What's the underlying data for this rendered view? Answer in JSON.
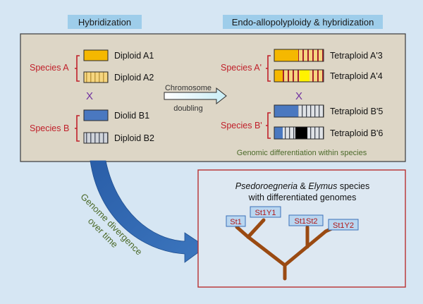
{
  "headers": {
    "left": "Hybridization",
    "right": "Endo-allopolyploidy & hybridization"
  },
  "species": {
    "a": "Species A",
    "b": "Species B",
    "a_prime": "Species A'",
    "b_prime": "Species B'"
  },
  "genomes": {
    "diploid_a1": "Diploid A1",
    "diploid_a2": "Diploid A2",
    "diolid_b1": "Diolid B1",
    "diploid_b2": "Diploid B2",
    "tetraploid_a3": "Tetraploid A'3",
    "tetraploid_a4": "Tetraploid A'4",
    "tetraploid_b5": "Tetraploid B'5",
    "tetraploid_b6": "Tetraploid B'6"
  },
  "cross_symbol": "X",
  "arrow_label": {
    "line1": "Chromosome",
    "line2": "doubling"
  },
  "footer_note": "Genomic differentiation within species",
  "divergence_label": {
    "line1": "Genome divergence",
    "line2": "over time"
  },
  "tree_box": {
    "title_line1_italic_a": "Psedoroegneria",
    "title_line1_mid": " & ",
    "title_line1_italic_b": "Elymus",
    "title_line1_tail": " species",
    "title_line2": "with differentiated genomes",
    "tips": [
      "St1",
      "St1Y1",
      "St1St2",
      "St1Y2"
    ]
  },
  "colors": {
    "background": "#d6e6f3",
    "top_panel": "#ddd6c6",
    "header_box": "#9ecdea",
    "species_red": "#c0202a",
    "cross_purple": "#7030a0",
    "orange": "#f5b800",
    "pale_orange": "#f6d680",
    "blue": "#4a78c0",
    "grey": "#c8ccd4",
    "black": "#000000",
    "yellow": "#fff200",
    "tree_brown": "#9a4a12",
    "note_green": "#4c6a2a",
    "arrow_blue": "#2f63a8"
  },
  "icons": {
    "curved_arrow": "curved-arrow-icon",
    "right_arrow": "right-arrow-icon"
  }
}
